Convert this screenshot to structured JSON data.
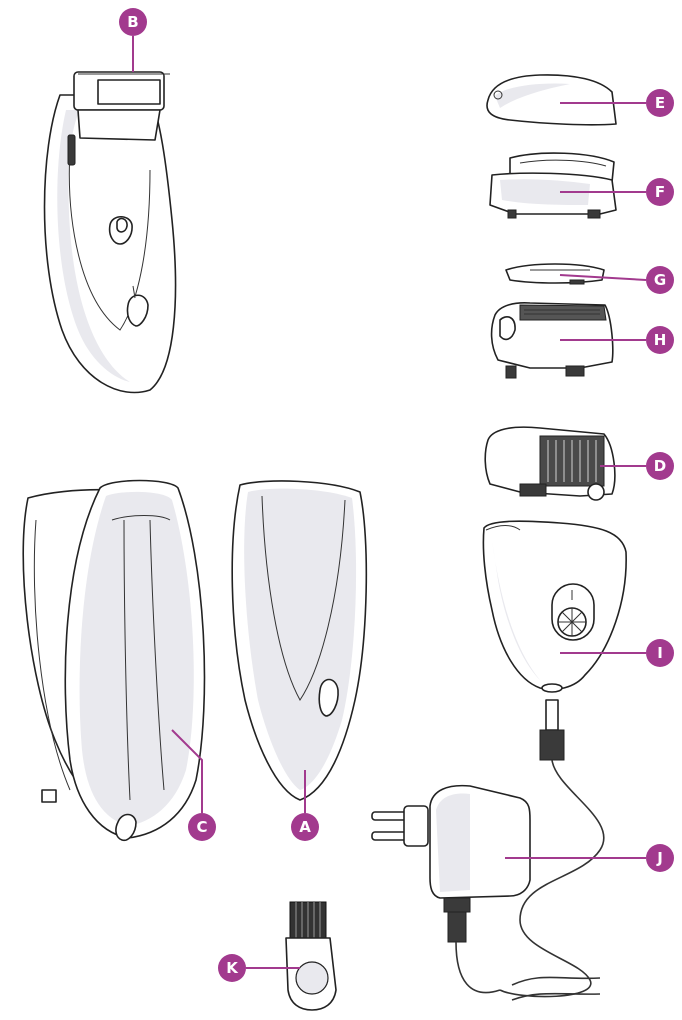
{
  "accent_color": "#a23a8e",
  "labels": {
    "A": "A",
    "B": "B",
    "C": "C",
    "D": "D",
    "E": "E",
    "F": "F",
    "G": "G",
    "H": "H",
    "I": "I",
    "J": "J",
    "K": "K"
  }
}
